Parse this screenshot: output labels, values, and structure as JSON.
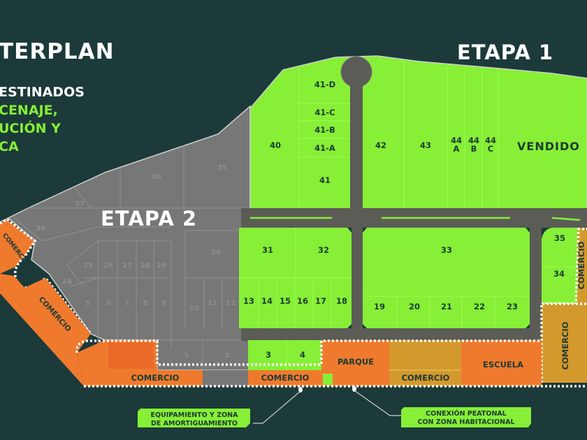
{
  "colors": {
    "background": "#1b3a39",
    "available": "#86ef36",
    "etapa2": "#777777",
    "road": "#5b5c56",
    "comercio": "#ef7a2e",
    "comercio_alt": "#d4992c",
    "text_dark": "#1d3a34"
  },
  "header": {
    "title": "TERPLAN",
    "subtitle_lines": [
      "ESTINADOS",
      "CENAJE,",
      "UCIÓN Y",
      "CA"
    ]
  },
  "etapas": {
    "etapa1": "ETAPA 1",
    "etapa2": "ETAPA 2"
  },
  "etapa1_lots": {
    "l40": "40",
    "l41d": "41-D",
    "l41c": "41-C",
    "l41b": "41-B",
    "l41a": "41-A",
    "l41": "41",
    "l42": "42",
    "l43": "43",
    "l44a": "44\nA",
    "l44a_n": "44",
    "l44a_l": "A",
    "l44b_n": "44",
    "l44b_l": "B",
    "l44c_n": "44",
    "l44c_l": "C",
    "vendido": "VENDIDO",
    "l31": "31",
    "l32": "32",
    "l33": "33",
    "l34": "34",
    "l35": "35",
    "l13": "13",
    "l14": "14",
    "l15": "15",
    "l16": "16",
    "l17": "17",
    "l18": "18",
    "l19": "19",
    "l20": "20",
    "l21": "21",
    "l22": "22",
    "l23": "23",
    "l3": "3",
    "l4": "4"
  },
  "etapa2_lots": {
    "l1": "1",
    "l2": "2",
    "l5": "5",
    "l6": "6",
    "l7": "7",
    "l8": "8",
    "l9": "9",
    "l10": "10",
    "l11": "11",
    "l12": "12",
    "l24": "24",
    "l25": "25",
    "l26": "26",
    "l27": "27",
    "l28": "28",
    "l29": "29",
    "l30": "30",
    "l36": "36",
    "l37": "37",
    "l38": "38",
    "l39": "39"
  },
  "zones": {
    "comercio": "COMERCIO",
    "parque": "PARQUE",
    "escuela": "ESCUELA"
  },
  "callouts": {
    "equipamiento": [
      "EQUIPAMIENTO Y ZONA",
      "DE AMORTIGUAMIENTO"
    ],
    "conexion": [
      "CONEXIÓN PEATONAL",
      "CON ZONA HABITACIONAL"
    ]
  }
}
